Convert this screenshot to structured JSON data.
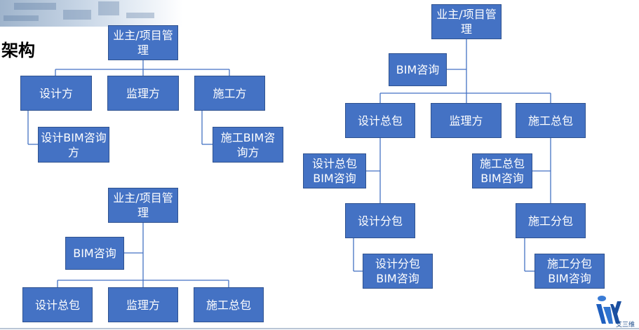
{
  "slide": {
    "title": "架构"
  },
  "diagram_a": {
    "owner": "业主/项目管理",
    "design": "设计方",
    "supervision": "监理方",
    "construction": "施工方",
    "design_bim": "设计BIM咨询方",
    "construction_bim": "施工BIM咨询方"
  },
  "diagram_b": {
    "owner": "业主/项目管理",
    "bim": "BIM咨询",
    "design_general": "设计总包",
    "supervision": "监理方",
    "construction_general": "施工总包"
  },
  "diagram_c": {
    "owner": "业主/项目管理",
    "bim": "BIM咨询",
    "design_general": "设计总包",
    "supervision": "监理方",
    "construction_general": "施工总包",
    "design_general_bim": "设计总包BIM咨询",
    "construction_general_bim": "施工总包BIM咨询",
    "design_sub": "设计分包",
    "construction_sub": "施工分包",
    "design_sub_bim": "设计分包BIM咨询",
    "construction_sub_bim": "施工分包BIM咨询"
  },
  "logo": {
    "text": "艾三维"
  },
  "colors": {
    "box_fill": "#4472c4",
    "box_border": "#2f528f",
    "connector": "#4472c4"
  }
}
